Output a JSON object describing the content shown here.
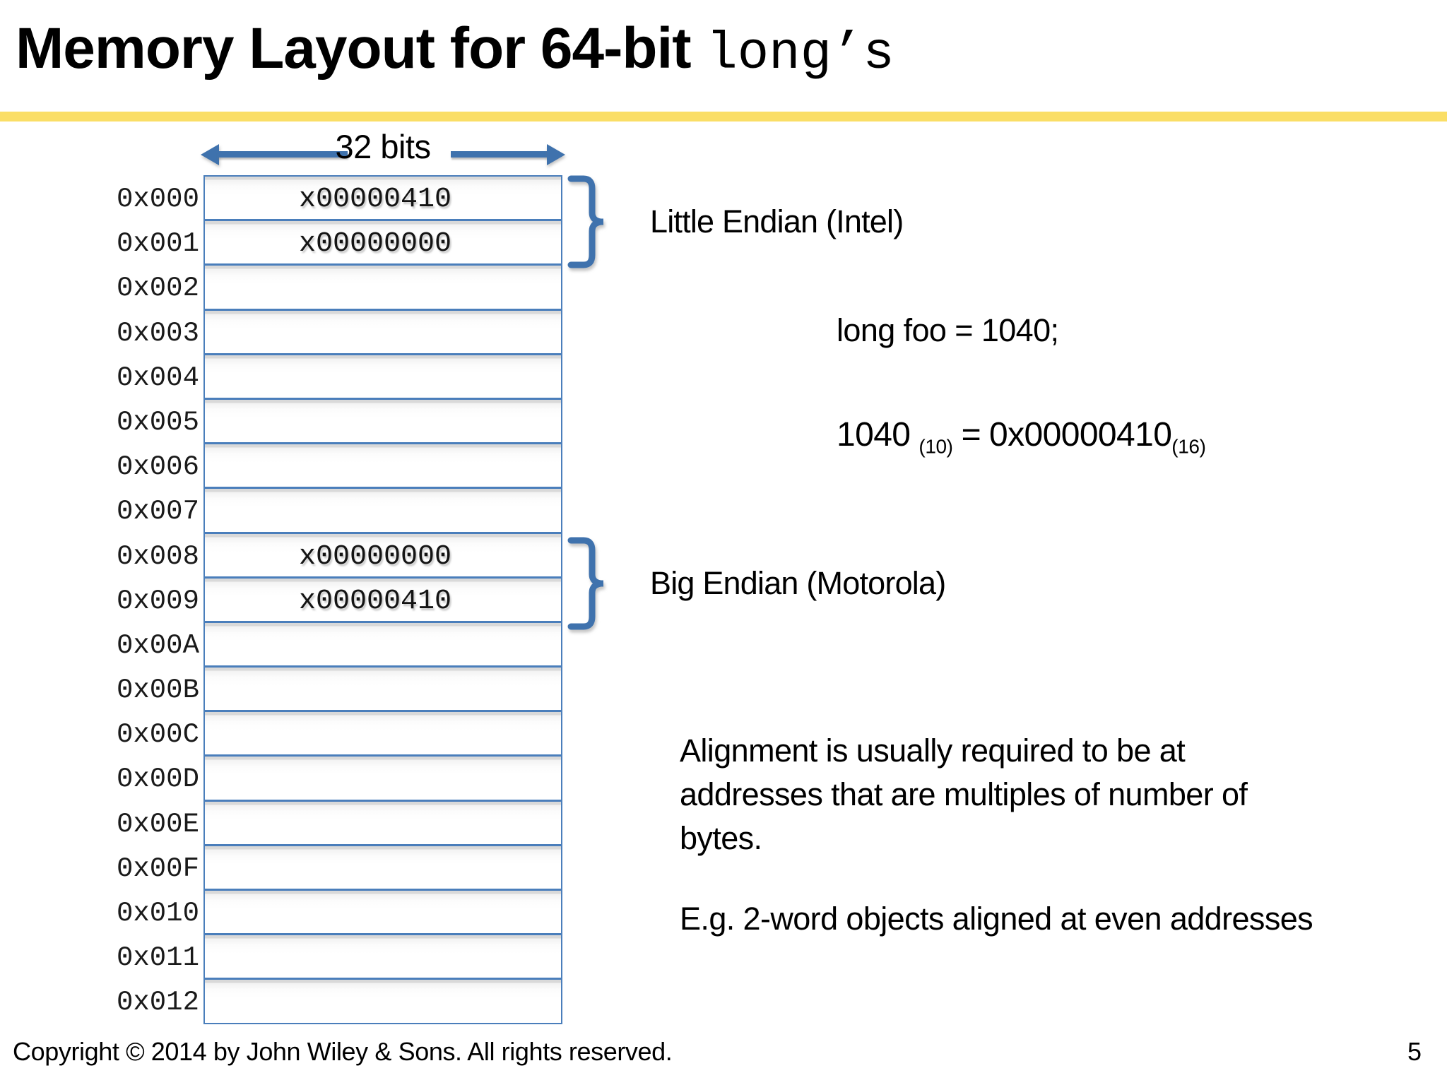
{
  "slide": {
    "title_main": "Memory Layout for 64-bit ",
    "title_mono": "long’s",
    "accent_rule_color": "#FADE66",
    "blue_accent_color": "#3F72AD",
    "table_border_color": "#4A7EBB"
  },
  "diagram": {
    "width_label": "32 bits",
    "rows": [
      {
        "address": "0x000",
        "value": "x00000410"
      },
      {
        "address": "0x001",
        "value": "x00000000"
      },
      {
        "address": "0x002",
        "value": ""
      },
      {
        "address": "0x003",
        "value": ""
      },
      {
        "address": "0x004",
        "value": ""
      },
      {
        "address": "0x005",
        "value": ""
      },
      {
        "address": "0x006",
        "value": ""
      },
      {
        "address": "0x007",
        "value": ""
      },
      {
        "address": "0x008",
        "value": "x00000000"
      },
      {
        "address": "0x009",
        "value": "x00000410"
      },
      {
        "address": "0x00A",
        "value": ""
      },
      {
        "address": "0x00B",
        "value": ""
      },
      {
        "address": "0x00C",
        "value": ""
      },
      {
        "address": "0x00D",
        "value": ""
      },
      {
        "address": "0x00E",
        "value": ""
      },
      {
        "address": "0x00F",
        "value": ""
      },
      {
        "address": "0x010",
        "value": ""
      },
      {
        "address": "0x011",
        "value": ""
      },
      {
        "address": "0x012",
        "value": ""
      }
    ],
    "annotations": {
      "little_endian": "Little Endian (Intel)",
      "big_endian": "Big Endian (Motorola)"
    }
  },
  "notes": {
    "declaration": "long foo = 1040;",
    "hex_decimal_value": "1040",
    "hex_decimal_base": "(10)",
    "hex_equals": "=",
    "hex_hex_value": "0x00000410",
    "hex_hex_base": "(16)",
    "alignment_paragraph": "Alignment is usually required to be at addresses that are multiples of number of bytes.",
    "example_line": "E.g. 2-word objects aligned at even addresses"
  },
  "footer": {
    "copyright": "Copyright © 2014 by John Wiley & Sons.  All rights reserved.",
    "page_number": "5"
  }
}
